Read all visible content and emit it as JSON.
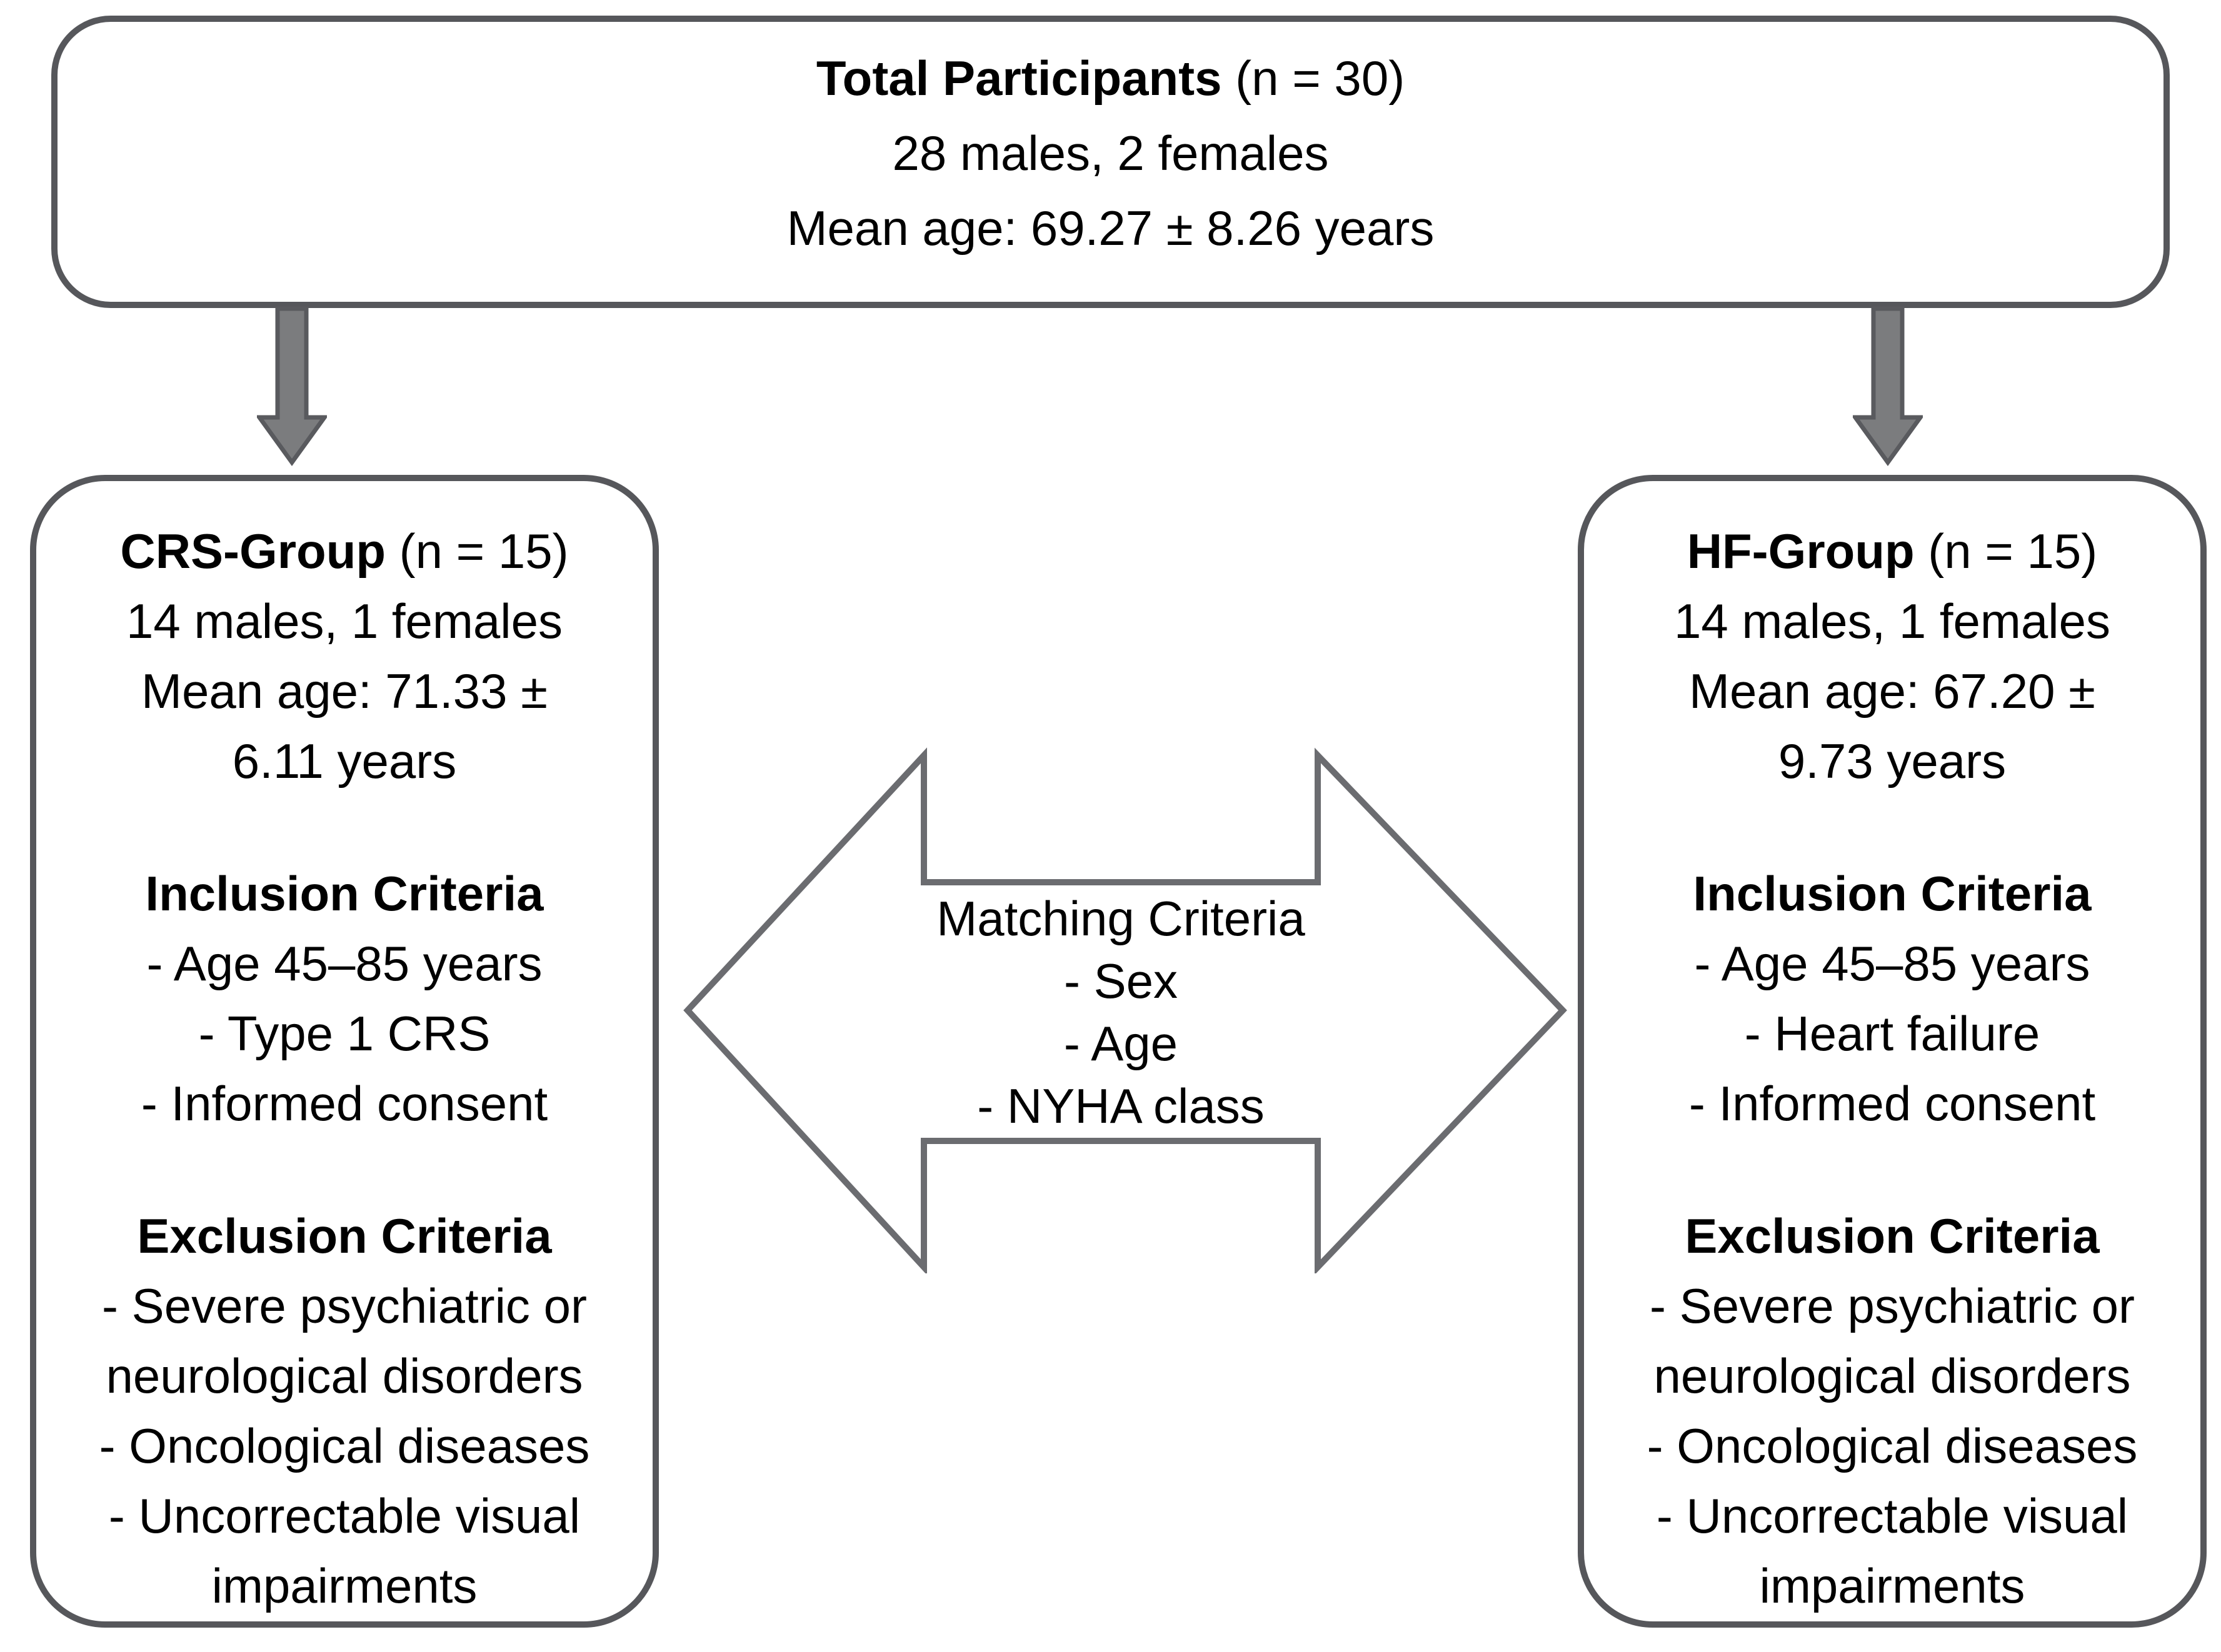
{
  "colors": {
    "border": "#56575b",
    "arrow_fill": "#7b7c7e",
    "arrow_stroke": "#595a5e",
    "match_arrow_stroke": "#6b6c70",
    "text": "#000000",
    "background": "#ffffff"
  },
  "top_box": {
    "title": "Total Participants",
    "title_suffix": " (n = 30)",
    "lines": [
      "28 males, 2 females",
      "Mean age: 69.27 ± 8.26 years"
    ]
  },
  "left_box": {
    "title": "CRS-Group",
    "title_suffix": " (n = 15)",
    "demographics": [
      "14 males, 1 females",
      "Mean age: 71.33 ±",
      "6.11 years"
    ],
    "inclusion": {
      "header": "Inclusion Criteria",
      "lines": [
        "- Age 45–85 years",
        "- Type 1 CRS",
        "- Informed consent"
      ]
    },
    "exclusion": {
      "header": "Exclusion Criteria",
      "lines": [
        "- Severe psychiatric or",
        "neurological disorders",
        "- Oncological diseases",
        "- Uncorrectable visual",
        "impairments"
      ]
    }
  },
  "right_box": {
    "title": "HF-Group",
    "title_suffix": " (n = 15)",
    "demographics": [
      "14 males, 1 females",
      "Mean age: 67.20 ±",
      "9.73 years"
    ],
    "inclusion": {
      "header": "Inclusion Criteria",
      "lines": [
        "- Age 45–85 years",
        "- Heart failure",
        "- Informed consent"
      ]
    },
    "exclusion": {
      "header": "Exclusion Criteria",
      "lines": [
        "- Severe psychiatric or",
        "neurological disorders",
        "- Oncological diseases",
        "- Uncorrectable visual",
        "impairments"
      ]
    }
  },
  "matching_arrow": {
    "header": "Matching Criteria",
    "lines": [
      "- Sex",
      "- Age",
      "- NYHA class"
    ]
  }
}
